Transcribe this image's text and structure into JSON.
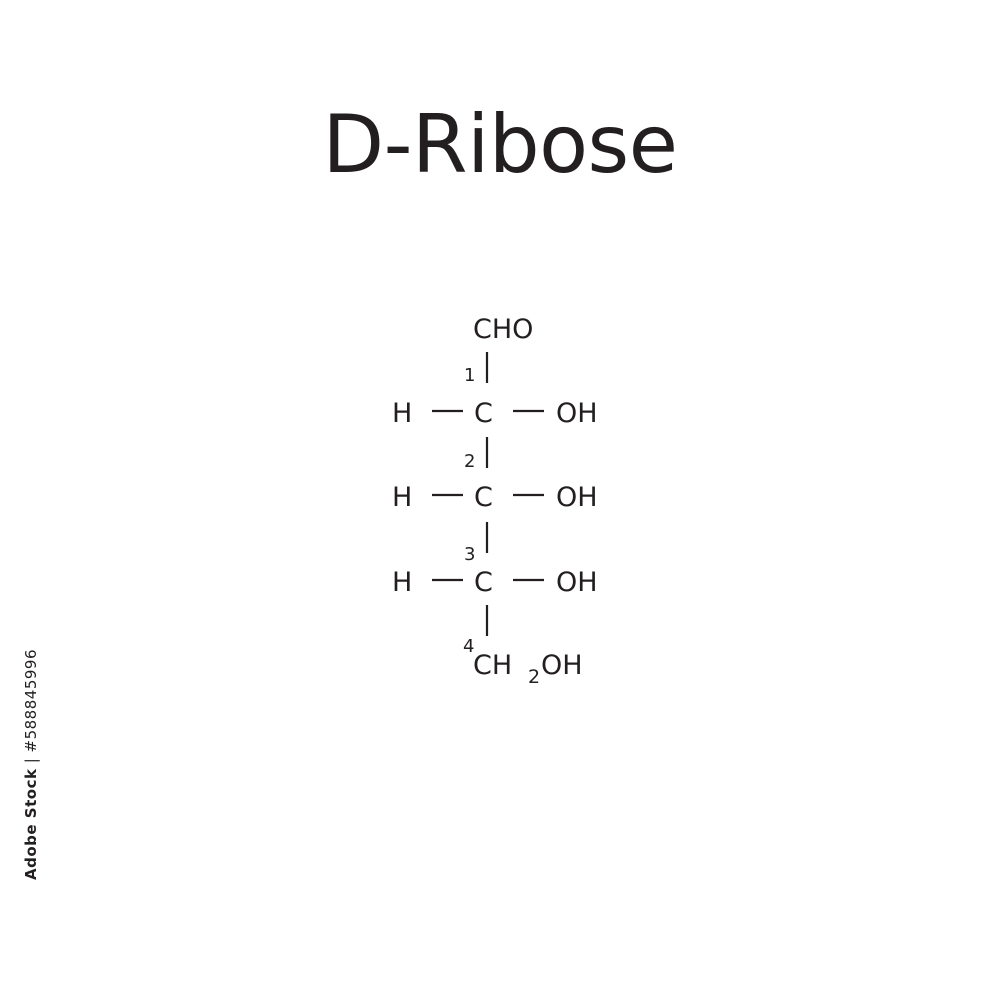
{
  "title": "D-Ribose",
  "structure": {
    "top_group": "CHO",
    "rows": [
      {
        "number": "1",
        "left": "H",
        "center": "C",
        "right": "OH"
      },
      {
        "number": "2",
        "left": "H",
        "center": "C",
        "right": "OH"
      },
      {
        "number": "3",
        "left": "H",
        "center": "C",
        "right": "OH"
      }
    ],
    "bottom": {
      "number": "4",
      "prefix": "CH",
      "subscript": "2",
      "suffix": "OH"
    }
  },
  "stock": {
    "brand": "Adobe Stock",
    "id": "#588845996"
  }
}
